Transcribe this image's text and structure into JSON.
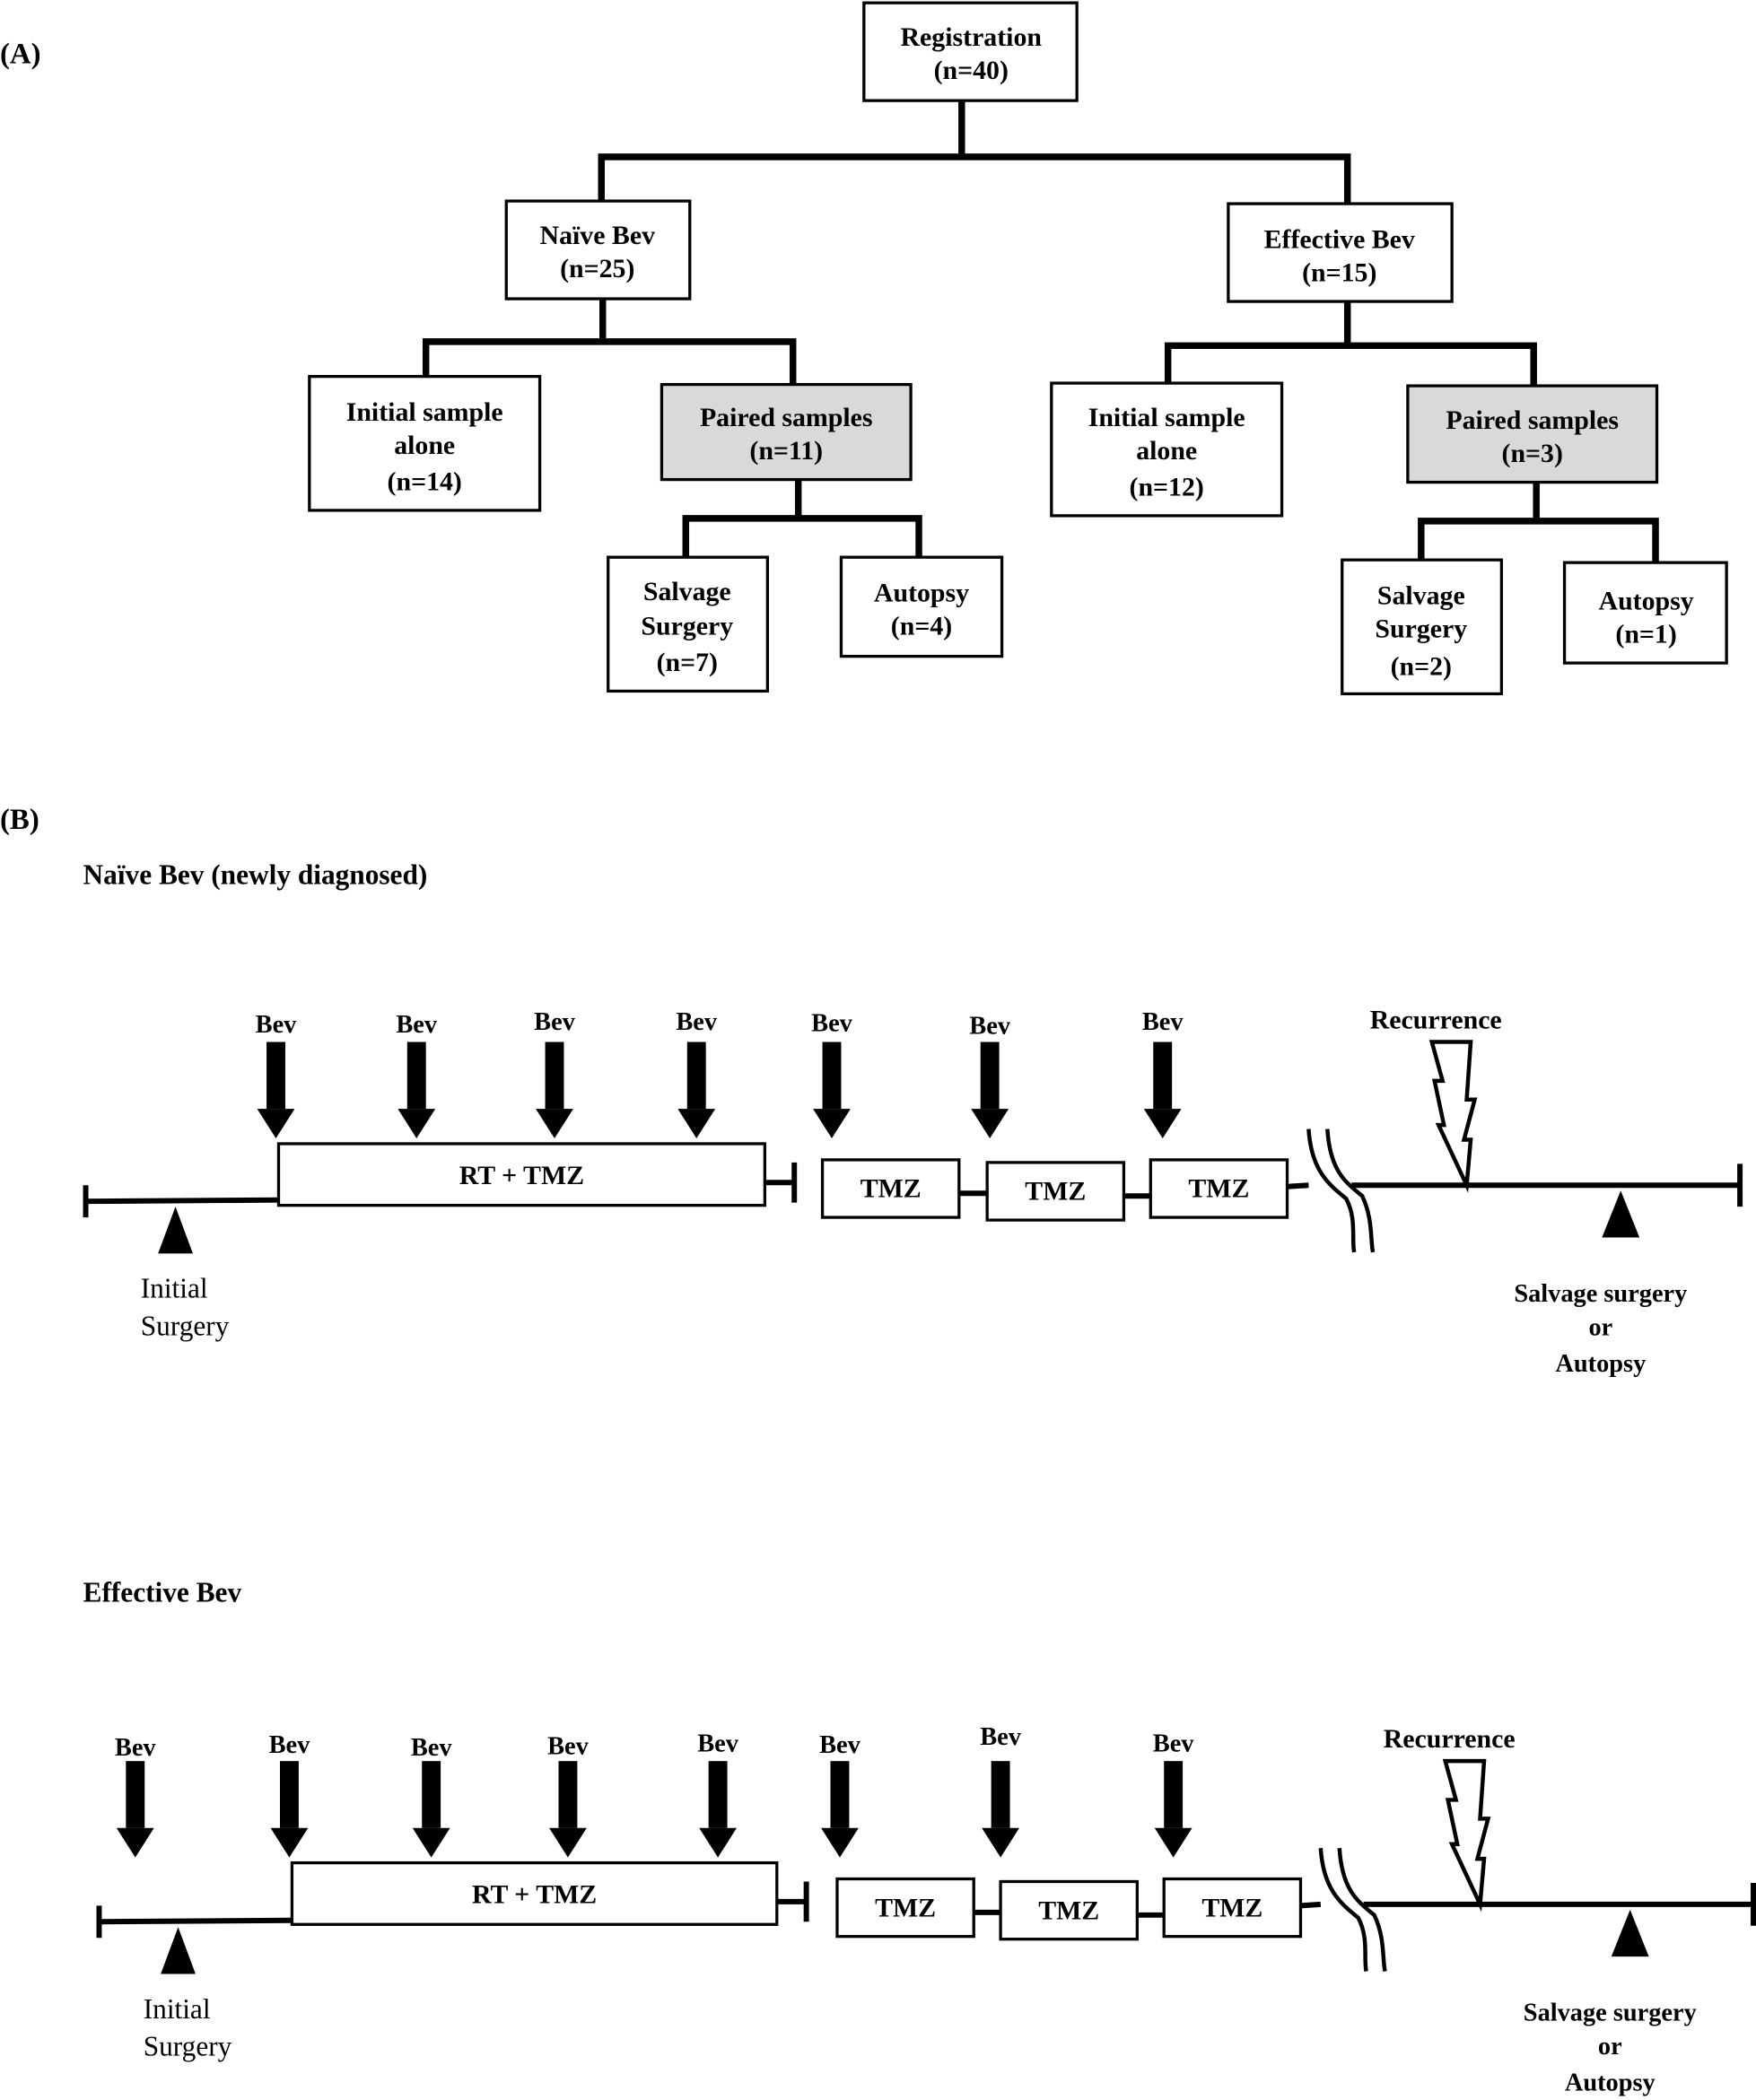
{
  "panel_a": {
    "label": "(A)",
    "registration": {
      "line1": "Registration",
      "line2": "(n=40)"
    },
    "naive": {
      "line1": "Naïve Bev",
      "line2": "(n=25)",
      "initial": {
        "line1": "Initial sample",
        "line2": "alone",
        "line3": "(n=14)"
      },
      "paired": {
        "line1": "Paired samples",
        "line2": "(n=11)"
      },
      "salvage": {
        "line1": "Salvage",
        "line2": "Surgery",
        "line3": "(n=7)"
      },
      "autopsy": {
        "line1": "Autopsy",
        "line2": "(n=4)"
      }
    },
    "effective": {
      "line1": "Effective Bev",
      "line2": "(n=15)",
      "initial": {
        "line1": "Initial sample",
        "line2": "alone",
        "line3": "(n=12)"
      },
      "paired": {
        "line1": "Paired samples",
        "line2": "(n=3)"
      },
      "salvage": {
        "line1": "Salvage",
        "line2": "Surgery",
        "line3": "(n=2)"
      },
      "autopsy": {
        "line1": "Autopsy",
        "line2": "(n=1)"
      }
    },
    "shaded_color": "#d9d9d9"
  },
  "panel_b": {
    "label": "(B)",
    "naive_title": "Naïve Bev (newly diagnosed)",
    "effective_title": "Effective Bev",
    "bev_label": "Bev",
    "rt_tmz": "RT + TMZ",
    "tmz": "TMZ",
    "recurrence": "Recurrence",
    "initial_surgery": {
      "line1": "Initial",
      "line2": "Surgery"
    },
    "salvage": {
      "line1": "Salvage surgery",
      "line2": "or",
      "line3": "Autopsy"
    },
    "naive_bev_doses": 7,
    "effective_bev_doses": 8
  }
}
